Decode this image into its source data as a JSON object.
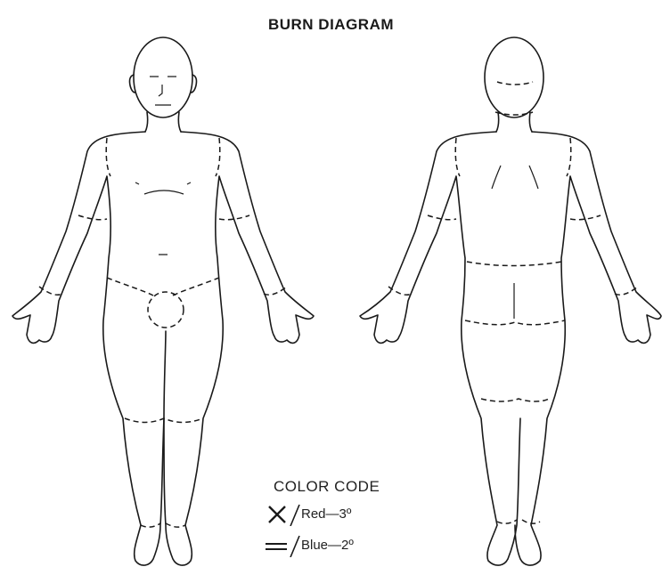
{
  "title": "BURN DIAGRAM",
  "legend": {
    "heading": "COLOR CODE",
    "items": [
      {
        "symbol": "X",
        "label": "Red—3º"
      },
      {
        "symbol": "=",
        "label": "Blue—2º"
      }
    ]
  },
  "colors": {
    "line": "#1a1a1a",
    "background": "#ffffff"
  }
}
